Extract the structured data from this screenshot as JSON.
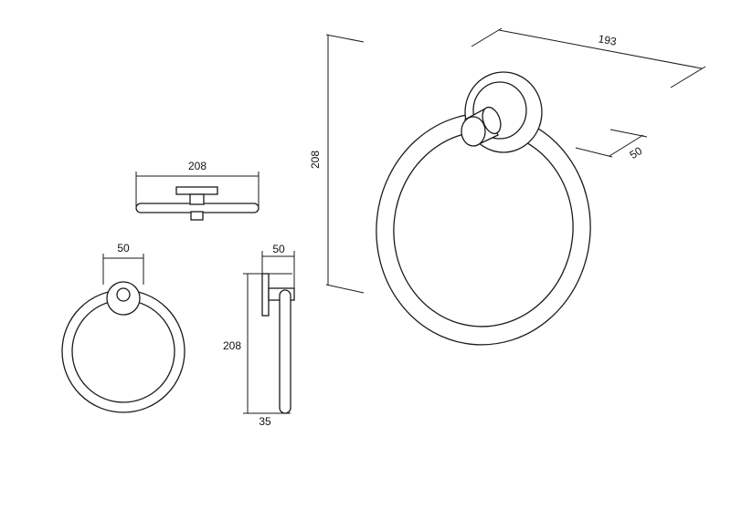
{
  "dimensions": {
    "top_view_width": "208",
    "front_view_width": "50",
    "side_view_depth": "50",
    "side_view_height": "208",
    "side_view_bottom": "35",
    "iso_height": "208",
    "iso_width": "193",
    "iso_depth": "50"
  },
  "colors": {
    "line": "#1a1a1a",
    "background": "#ffffff"
  }
}
